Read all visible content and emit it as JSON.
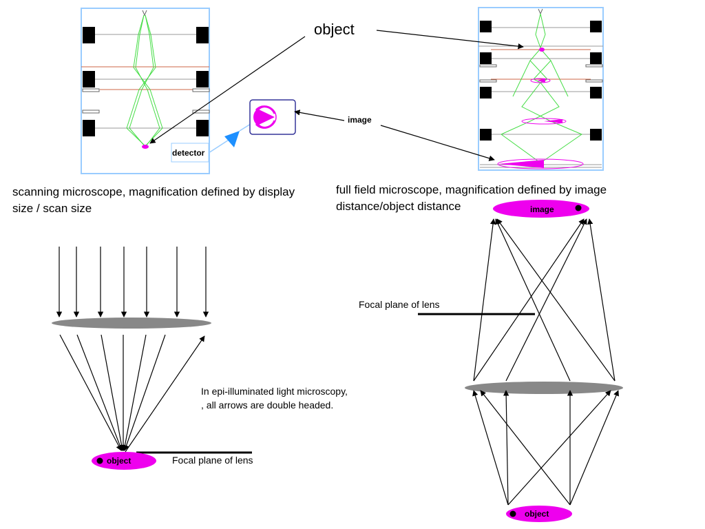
{
  "labels": {
    "object_top": "object",
    "image_top": "image",
    "detector": "detector",
    "scanning_caption": "scanning microscope, magnification defined by display size / scan size",
    "fullfield_caption": "full field microscope, magnification defined by image distance/object distance",
    "focal_plane_right": "Focal plane of lens",
    "focal_plane_left": "Focal plane of lens",
    "epi_note": "In epi-illuminated light microscopy, , all arrows are double headed.",
    "object_left": "object",
    "object_right": "object",
    "image_right": "image"
  },
  "colors": {
    "magenta": "#ee00ee",
    "lens_gray": "#888888",
    "ray_green": "#44dd44",
    "frame_blue": "#99ccff",
    "detector_blue": "#1e90ff",
    "display_border": "#333399"
  }
}
